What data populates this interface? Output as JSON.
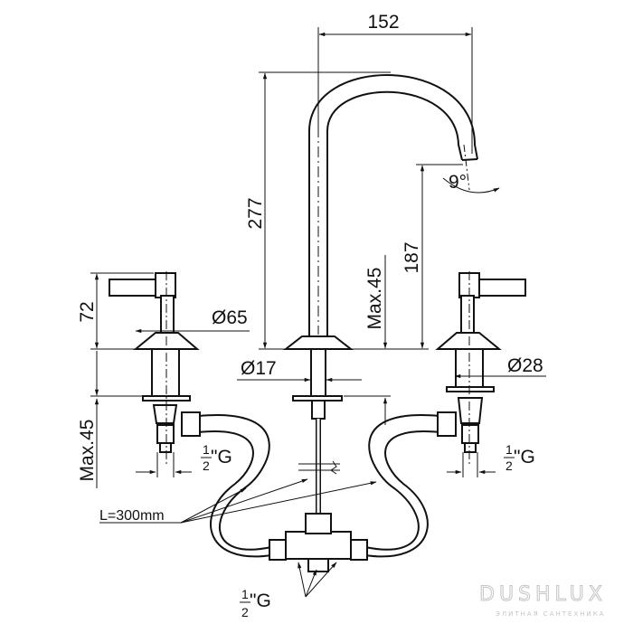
{
  "dimensions": {
    "spout_reach": "152",
    "total_height": "277",
    "spout_height": "187",
    "spout_angle": "9°",
    "handle_height": "72",
    "handle_base_diameter": "Ø65",
    "spout_shank_diameter": "Ø17",
    "handle_shank_diameter": "Ø28",
    "deck_thickness_center": "Max.45",
    "deck_thickness_left": "Max.45",
    "hose_length": "L=300mm"
  },
  "threads": {
    "left": {
      "numerator": "1",
      "denominator": "2",
      "suffix": "\"G"
    },
    "right": {
      "numerator": "1",
      "denominator": "2",
      "suffix": "\"G"
    },
    "bottom": {
      "numerator": "1",
      "denominator": "2",
      "suffix": "\"G"
    }
  },
  "watermark": {
    "brand": "DUSHLUX",
    "tagline": "ЭЛИТНАЯ САНТЕХНИКА"
  }
}
